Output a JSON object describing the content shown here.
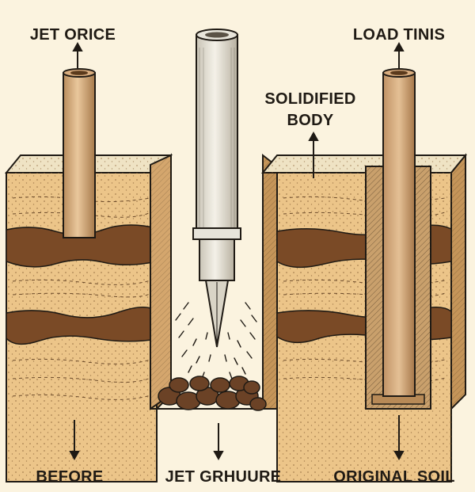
{
  "labels": {
    "jet_orice": "JET ORICE",
    "load_tinis": "LOAD TINIS",
    "solidified_line1": "SOLIDIFIED",
    "solidified_line2": "BODY",
    "before": "BEFORE",
    "jet_grhuure": "JET GRHUURE",
    "original_soil": "ORIGINAL SOIL"
  },
  "colors": {
    "background": "#fbf3df",
    "soil": "#ecc589",
    "soil_dark_band": "#7a4a26",
    "soil_side": "#c59559",
    "topsoil": "#efe3c4",
    "pipe": "#d9ad7f",
    "pipe_light": "#e7e4da",
    "outline": "#1f1a14",
    "grout_rock": "#6b4226"
  }
}
